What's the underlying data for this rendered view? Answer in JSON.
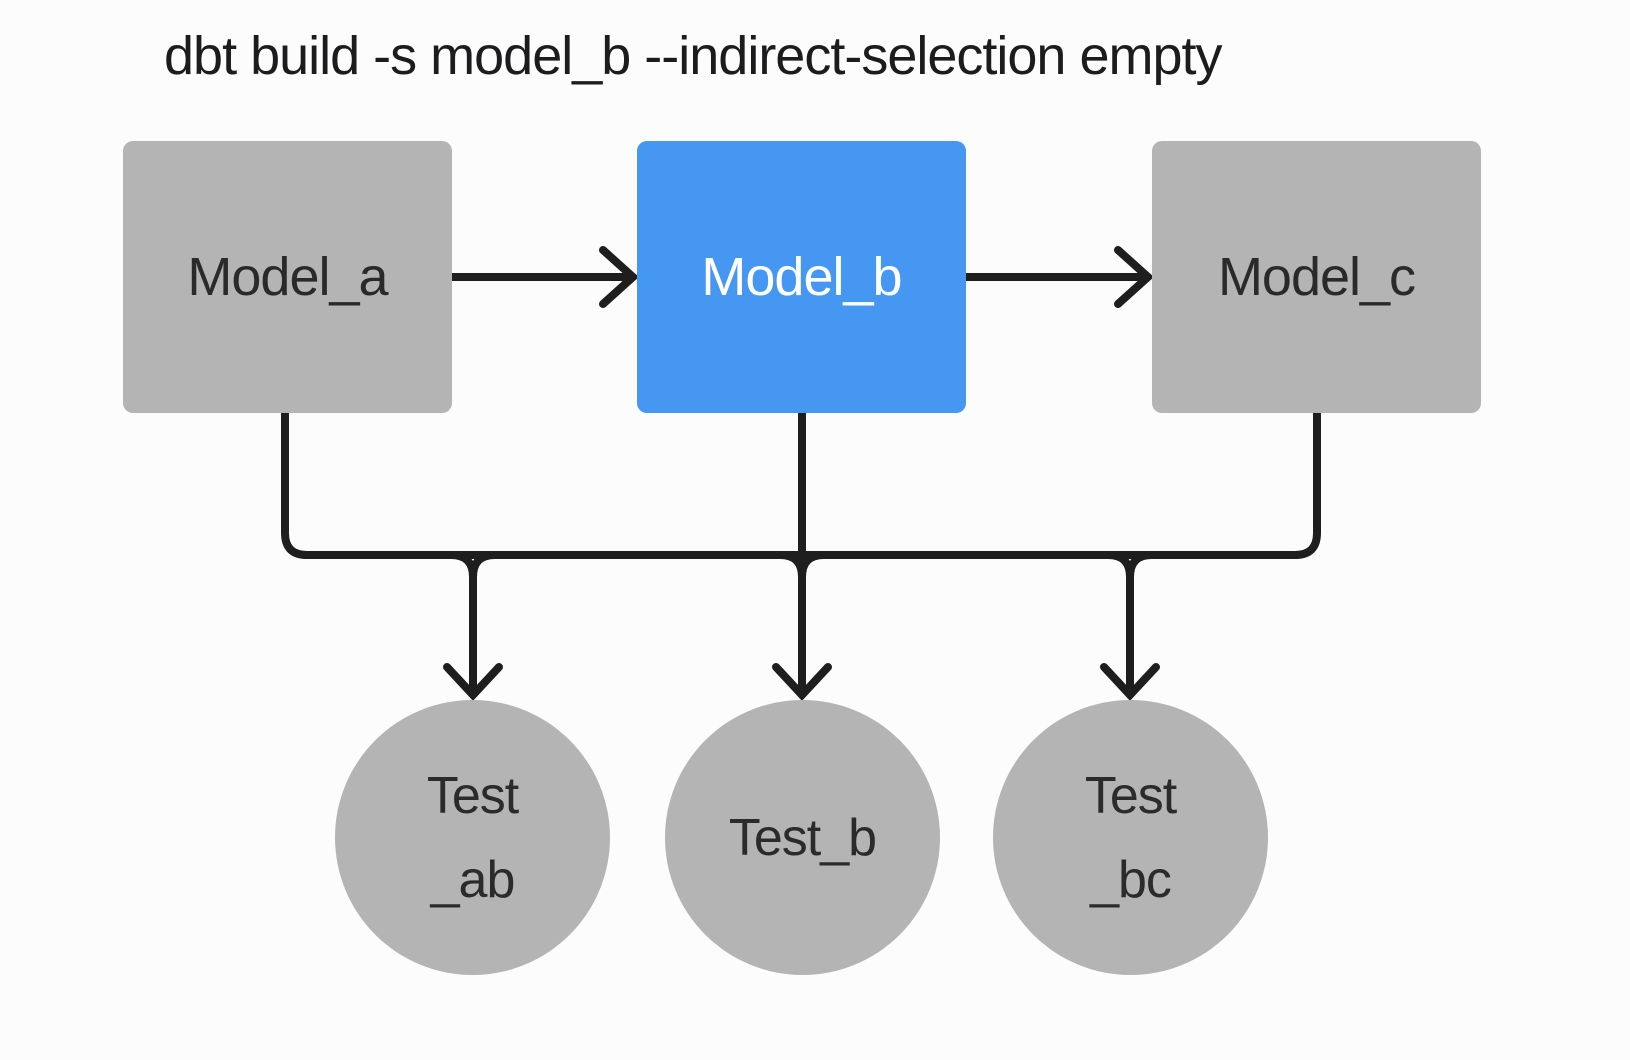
{
  "title": "dbt build -s model_b --indirect-selection empty",
  "colors": {
    "background": "#fcfcfc",
    "node_gray": "#b4b4b4",
    "node_selected_blue": "#4697f1",
    "edge_black": "#1e1e1e",
    "text_dark": "#2a2a2a",
    "text_on_blue": "#ffffff"
  },
  "diagram": {
    "models": [
      {
        "id": "model_a",
        "label": "Model_a",
        "state": "unselected"
      },
      {
        "id": "model_b",
        "label": "Model_b",
        "state": "selected"
      },
      {
        "id": "model_c",
        "label": "Model_c",
        "state": "unselected"
      }
    ],
    "tests": [
      {
        "id": "test_ab",
        "lines": [
          "Test",
          "_ab"
        ]
      },
      {
        "id": "test_b",
        "lines": [
          "Test_b"
        ]
      },
      {
        "id": "test_bc",
        "lines": [
          "Test",
          "_bc"
        ]
      }
    ],
    "edges": [
      {
        "from": "model_a",
        "to": "model_b"
      },
      {
        "from": "model_b",
        "to": "model_c"
      },
      {
        "from": "model_a",
        "to": "test_ab"
      },
      {
        "from": "model_b",
        "to": "test_ab"
      },
      {
        "from": "model_b",
        "to": "test_b"
      },
      {
        "from": "model_b",
        "to": "test_bc"
      },
      {
        "from": "model_c",
        "to": "test_bc"
      }
    ]
  }
}
